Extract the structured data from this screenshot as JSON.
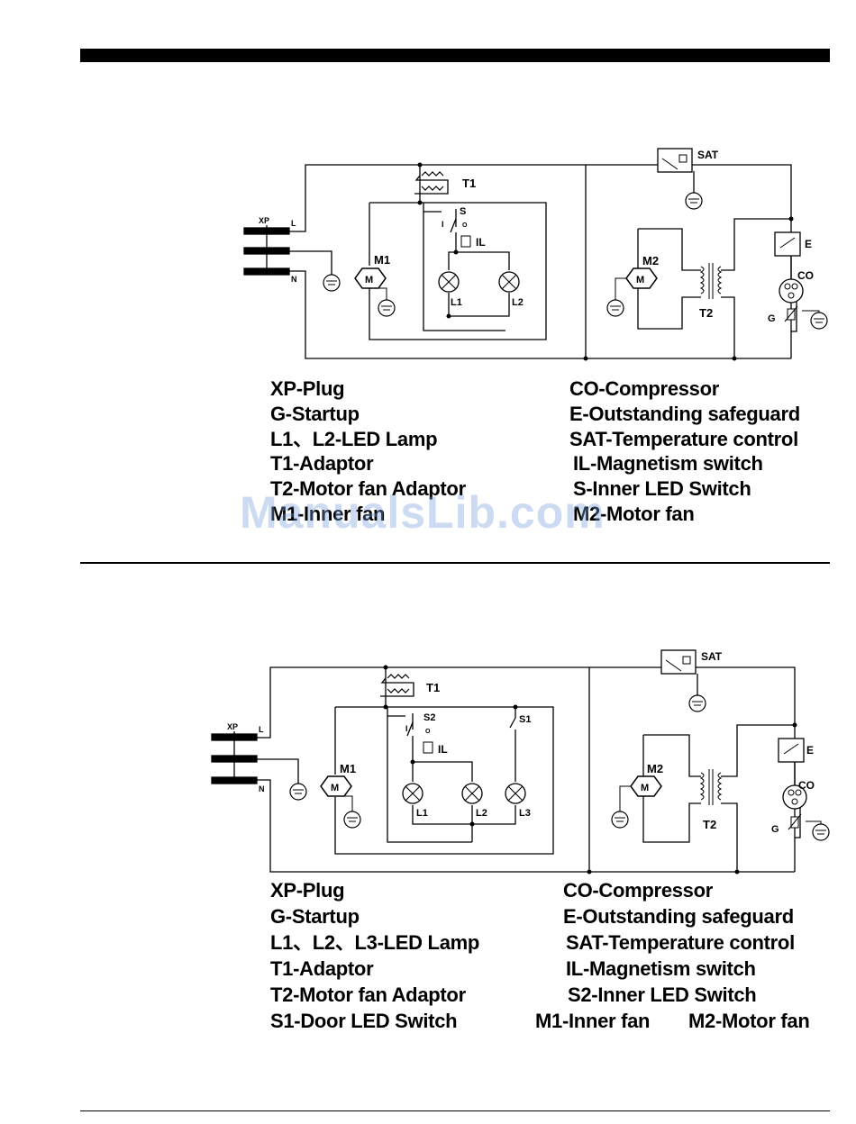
{
  "diagram1": {
    "labels": {
      "xp": "XP",
      "l": "L",
      "n": "N",
      "t1": "T1",
      "s": "S",
      "i": "I",
      "o": "O",
      "il": "IL",
      "m1": "M1",
      "l1": "L1",
      "l2": "L2",
      "sat": "SAT",
      "m2": "M2",
      "t2": "T2",
      "e": "E",
      "co": "CO",
      "g": "G",
      "motor": "M"
    },
    "legend_left": [
      "XP-Plug",
      "G-Startup",
      "L1、L2-LED Lamp",
      "T1-Adaptor",
      "T2-Motor fan Adaptor",
      "M1-Inner fan"
    ],
    "legend_right": [
      "CO-Compressor",
      "E-Outstanding safeguard",
      "SAT-Temperature control",
      "IL-Magnetism switch",
      "S-Inner LED Switch",
      "M2-Motor fan"
    ]
  },
  "diagram2": {
    "labels": {
      "xp": "XP",
      "l": "L",
      "n": "N",
      "t1": "T1",
      "s2": "S2",
      "s1": "S1",
      "i": "I",
      "o": "O",
      "il": "IL",
      "m1": "M1",
      "l1": "L1",
      "l2": "L2",
      "l3": "L3",
      "sat": "SAT",
      "m2": "M2",
      "t2": "T2",
      "e": "E",
      "co": "CO",
      "g": "G",
      "motor": "M"
    },
    "legend_left": [
      "XP-Plug",
      "G-Startup",
      "L1、L2、L3-LED Lamp",
      "T1-Adaptor",
      "T2-Motor fan Adaptor",
      "S1-Door LED Switch"
    ],
    "legend_right": [
      "CO-Compressor",
      "E-Outstanding safeguard",
      "SAT-Temperature control",
      "IL-Magnetism switch",
      "S2-Inner LED Switch"
    ],
    "legend_bottom_mid": "M1-Inner fan",
    "legend_bottom_right": "M2-Motor fan"
  },
  "watermark": "ManualsLib.com"
}
